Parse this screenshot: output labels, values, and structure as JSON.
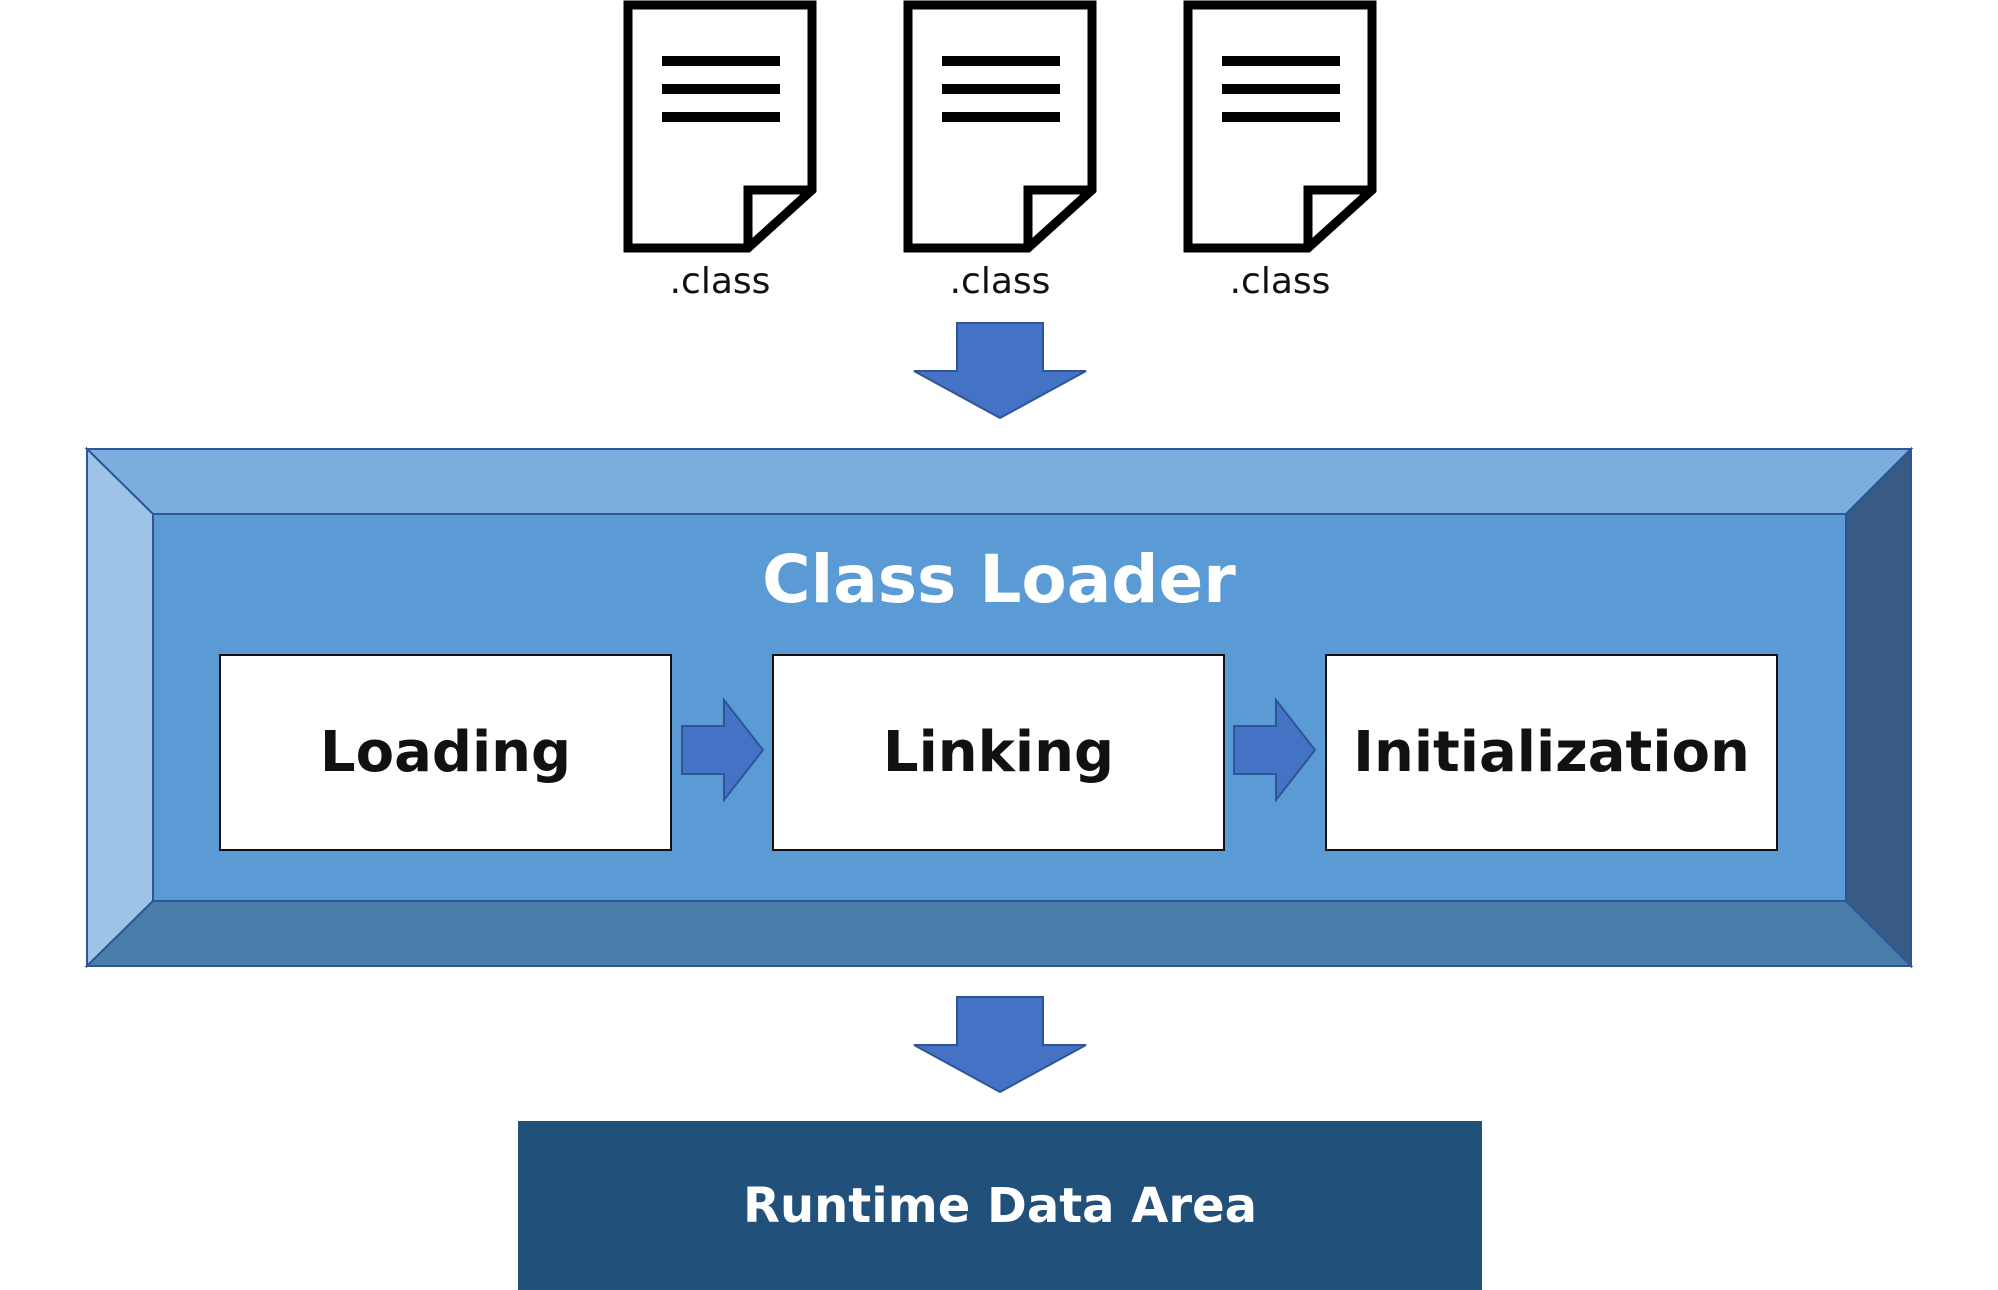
{
  "files": [
    {
      "label": ".class",
      "icon": "document-icon"
    },
    {
      "label": ".class",
      "icon": "document-icon"
    },
    {
      "label": ".class",
      "icon": "document-icon"
    }
  ],
  "class_loader": {
    "title": "Class Loader",
    "steps": [
      "Loading",
      "Linking",
      "Initialization"
    ]
  },
  "runtime": {
    "label": "Runtime Data Area"
  },
  "colors": {
    "arrow": "#4472c4",
    "frame_top": "#7caedd",
    "frame_left": "#9dc3e6",
    "frame_inner": "#5b9bd5",
    "frame_right": "#375b83",
    "frame_bottom": "#497daa",
    "runtime_bg": "#21507a"
  }
}
